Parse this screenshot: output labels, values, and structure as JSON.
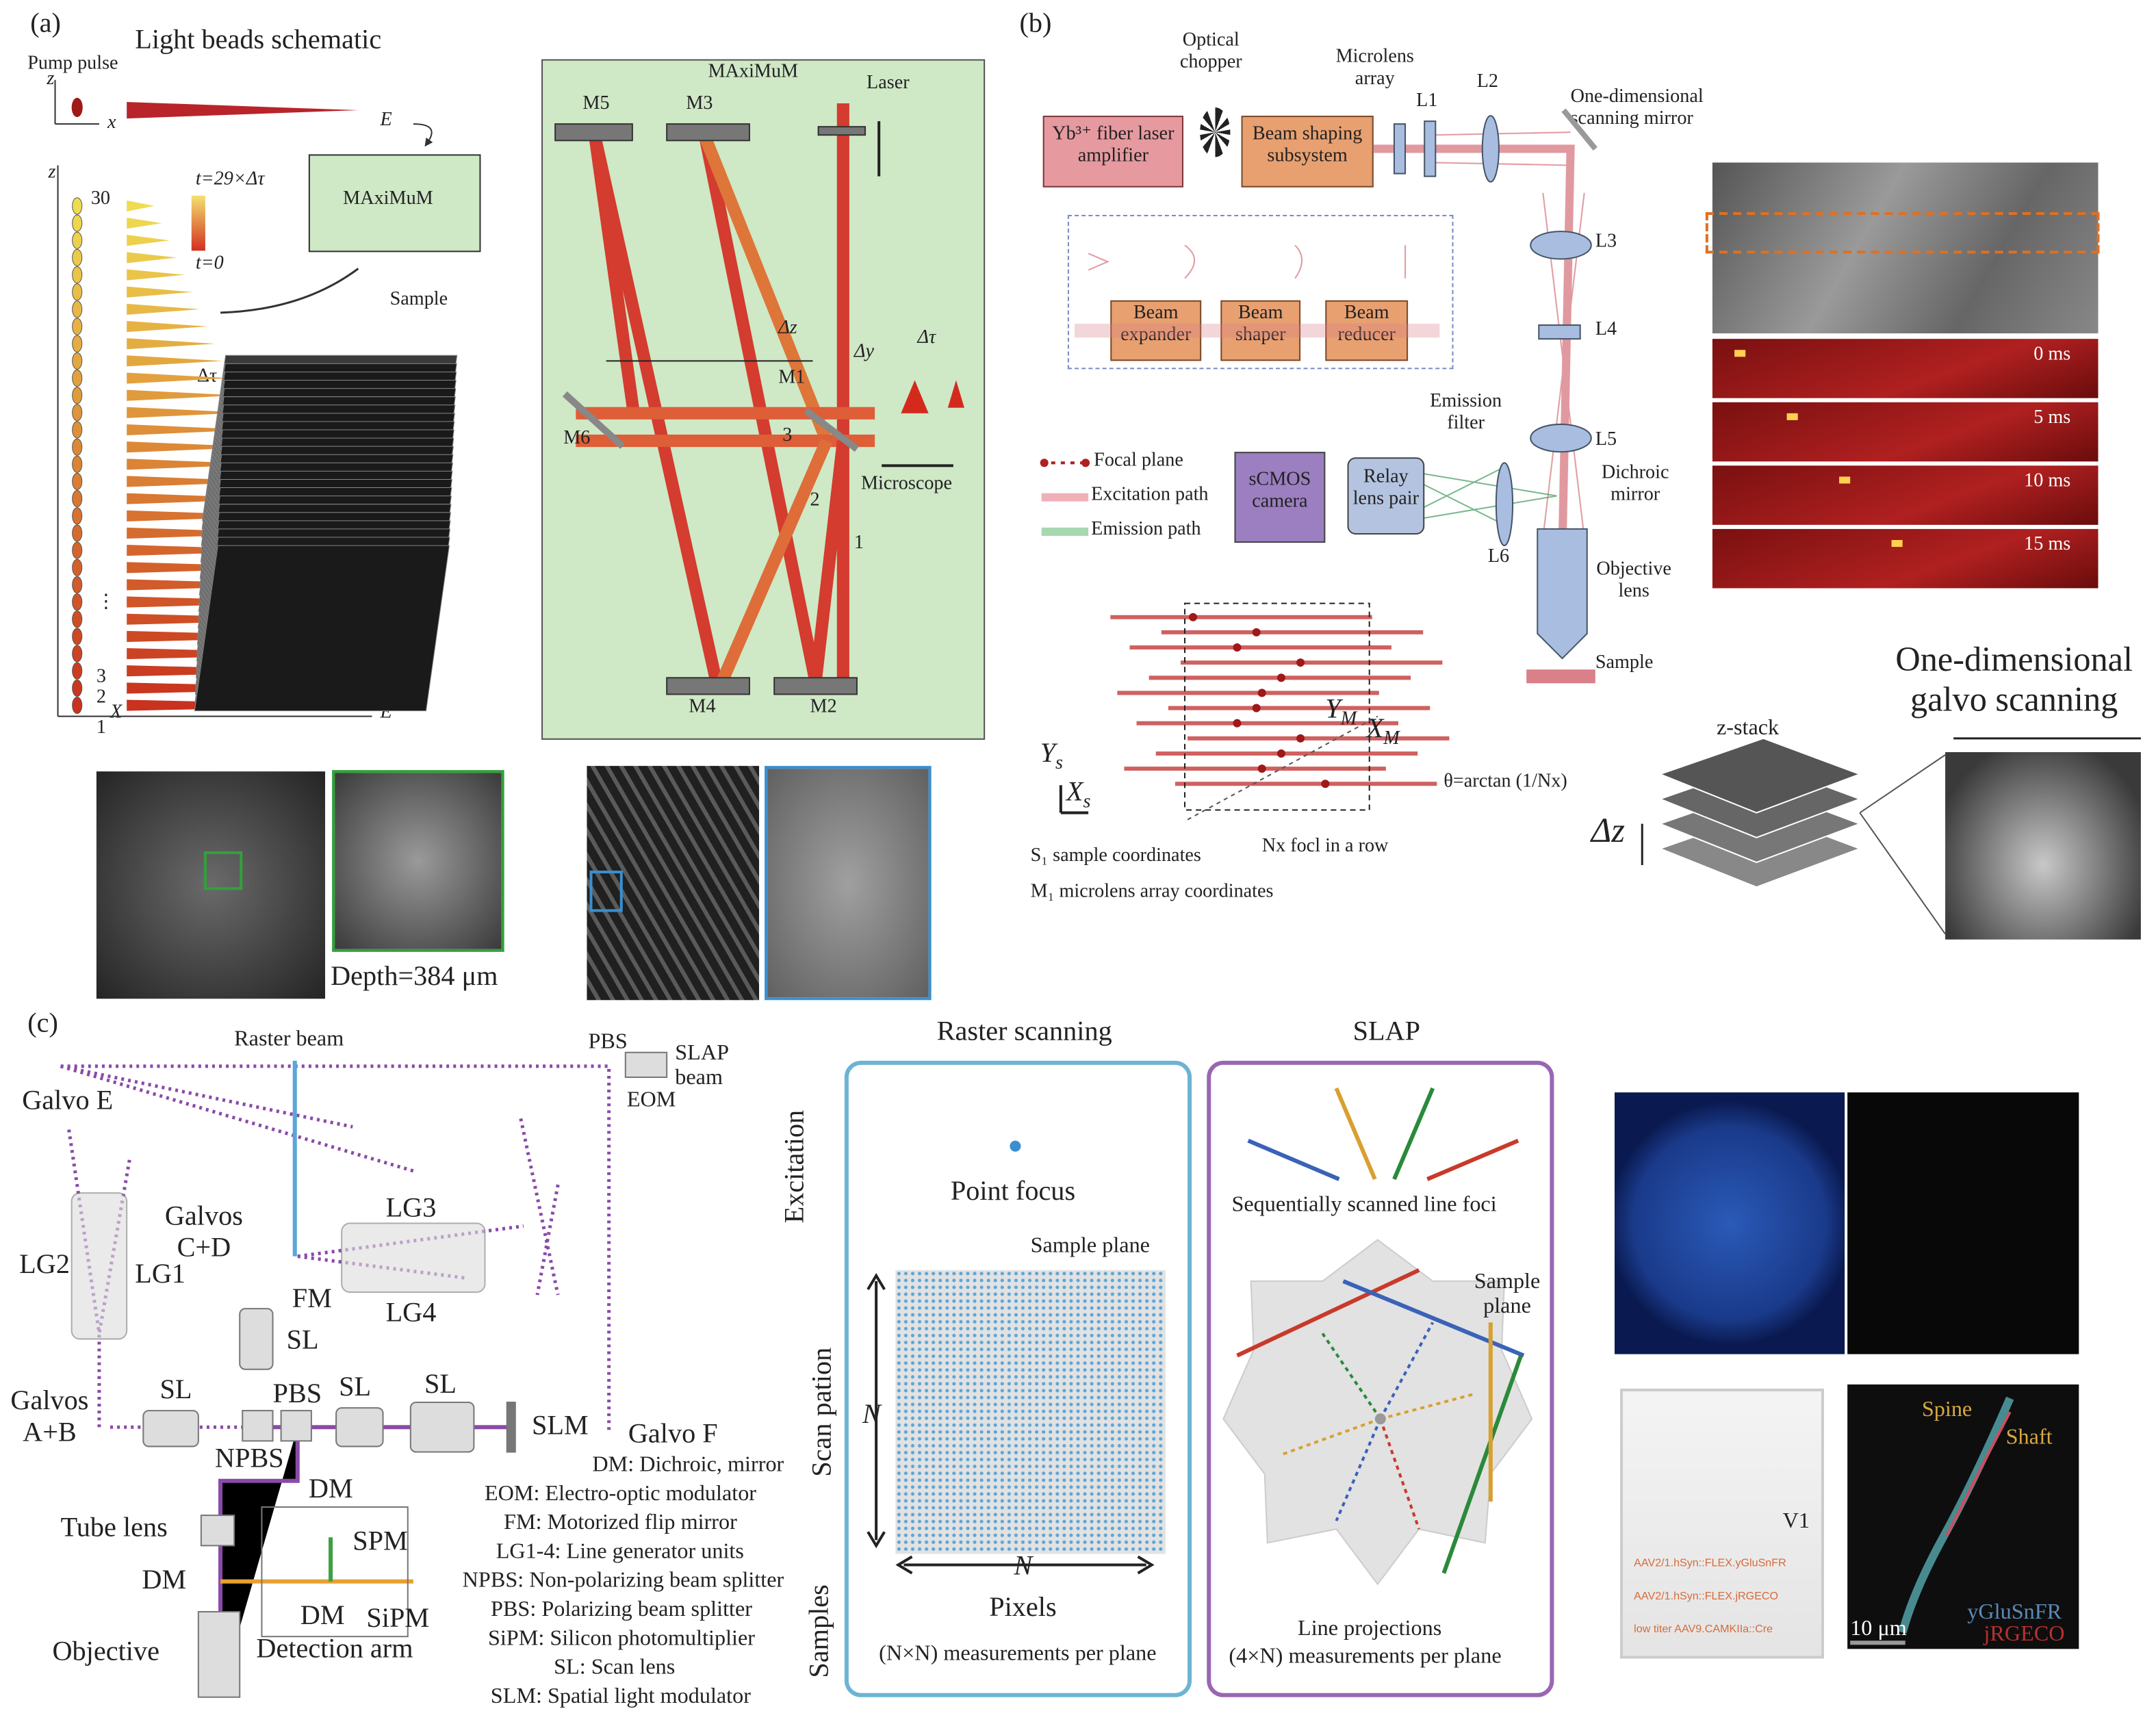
{
  "colors": {
    "panel_a_box": "#cfe8c6",
    "red_beam": "#d42a1e",
    "purple_path": "#8a4aa8",
    "blue_raster": "#5aa6d8",
    "slap_frame": "#9a66b4",
    "raster_frame": "#6cb4d4",
    "green_inset": "#33a03c",
    "blue_inset": "#3a8fd0"
  },
  "panel_a": {
    "label": "(a)",
    "title": "Light beads schematic",
    "pump": "Pump pulse",
    "axis_z": "z",
    "axis_x": "x",
    "axis_E": "E",
    "maximum_box": "MAxiMuM",
    "t_top": "t=29×Δτ",
    "t_bottom": "t=0",
    "sample": "Sample",
    "dtau": "Δτ",
    "n30": "30",
    "n3": "3",
    "n2": "2",
    "n1": "1",
    "axis_X": "X",
    "axis_E2": "E",
    "axis_z2": "z",
    "dots": "⋮",
    "cavity": {
      "title": "MAxiMuM",
      "laser": "Laser",
      "m5": "M5",
      "m3": "M3",
      "m1": "M1",
      "m6": "M6",
      "m4": "M4",
      "m2": "M2",
      "dz": "Δz",
      "dy": "Δy",
      "dtau": "Δτ",
      "microscope": "Microscope",
      "b1": "1",
      "b2": "2",
      "b3": "3"
    },
    "depth": "Depth=384 μm"
  },
  "panel_b": {
    "label": "(b)",
    "chopper": "Optical chopper",
    "microlens": "Microlens array",
    "l1": "L1",
    "l2": "L2",
    "scan_mirror": "One-dimensional scanning mirror",
    "laser": "Yb³⁺ fiber laser amplifier",
    "shaping": "Beam shaping subsystem",
    "expander": "Beam expander",
    "shaper": "Beam shaper",
    "reducer": "Beam reducer",
    "l3": "L3",
    "l4": "L4",
    "emission_filter": "Emission filter",
    "l5": "L5",
    "dichroic": "Dichroic mirror",
    "legend_focal": "Focal plane",
    "legend_exc": "Excitation path",
    "legend_em": "Emission path",
    "scmos": "sCMOS camera",
    "relay": "Relay lens pair",
    "l6": "L6",
    "objective": "Objective lens",
    "sample": "Sample",
    "ys": "Y",
    "ys_sub": "s",
    "xs": "X",
    "xs_sub": "s",
    "ym": "Y",
    "ym_sub": "M",
    "xm": "X",
    "xm_sub": "M",
    "theta": "θ=arctan (1/Nx)",
    "nx_row": "Nx focl in a row",
    "s1": "S₁ sample coordinates",
    "m1": "M₁ microlens array coordinates",
    "times": [
      "0 ms",
      "5 ms",
      "10 ms",
      "15 ms"
    ],
    "zstack": "z-stack",
    "dz": "Δz",
    "galvo": "One-dimensional galvo scanning"
  },
  "panel_c": {
    "label": "(c)",
    "raster_beam": "Raster beam",
    "pbs_top": "PBS",
    "slap_beam": "SLAP beam",
    "eom": "EOM",
    "galvo_e": "Galvo E",
    "galvos_cd": "Galvos C+D",
    "lg3": "LG3",
    "lg2": "LG2",
    "lg1": "LG1",
    "fm": "FM",
    "lg4": "LG4",
    "sl1": "SL",
    "galvos_ab": "Galvos A+B",
    "sl2": "SL",
    "pbs": "PBS",
    "sl3": "SL",
    "sl4": "SL",
    "slm": "SLM",
    "galvo_f": "Galvo F",
    "npbs": "NPBS",
    "dm1": "DM",
    "tube_lens": "Tube lens",
    "spm": "SPM",
    "dm2": "DM",
    "dm3": "DM",
    "sipm": "SiPM",
    "objective": "Objective",
    "detection_arm": "Detection arm",
    "legend": [
      "DM: Dichroic, mirror",
      "EOM: Electro-optic modulator",
      "FM: Motorized flip mirror",
      "LG1-4: Line generator units",
      "NPBS: Non-polarizing beam splitter",
      "PBS: Polarizing beam splitter",
      "SiPM: Silicon photomultiplier",
      "SL: Scan lens",
      "SLM: Spatial light modulator"
    ],
    "raster_title": "Raster scanning",
    "slap_title": "SLAP",
    "row_excitation": "Excitation",
    "row_scan": "Scan pation",
    "row_samples": "Samples",
    "point_focus": "Point focus",
    "sample_plane": "Sample plane",
    "n_vert": "N",
    "n_horz": "N",
    "pixels": "Pixels",
    "raster_meas": "(N×N) measurements per plane",
    "line_foci": "Sequentially scanned line foci",
    "slap_sample_plane": "Sample plane",
    "line_proj": "Line projections",
    "slap_meas": "(4×N) measurements per plane",
    "v1": "V1",
    "aav1": "AAV2/1.hSyn::FLEX.yGluSnFR",
    "aav2": "AAV2/1.hSyn::FLEX.jRGECO",
    "aav3": "low titer AAV9.CAMKIIa::Cre",
    "spine": "Spine",
    "shaft": "Shaft",
    "scalebar": "10 μm",
    "ygl": "yGluSnFR",
    "jrgeco": "jRGECO"
  }
}
